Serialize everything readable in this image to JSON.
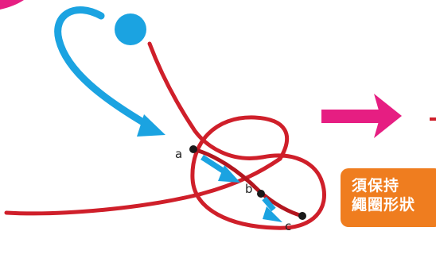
{
  "points": [
    {
      "id": "a",
      "label": "a"
    },
    {
      "id": "b",
      "label": "b"
    },
    {
      "id": "c",
      "label": "c"
    }
  ],
  "callout": {
    "line1": "須保持",
    "line2": "繩圈形狀"
  },
  "colors": {
    "rope": "#cf1f2a",
    "rope_dark": "#a5141d",
    "guide_arrow": "#1ba3e1",
    "direction_arrow": "#e61e82",
    "callout_bg": "#ef7d1f",
    "dot": "#1a1a1a"
  },
  "icons": {
    "start_marker": "blue-circle",
    "path_arrow": "curved-arrow",
    "next_step_arrow": "right-arrow"
  }
}
